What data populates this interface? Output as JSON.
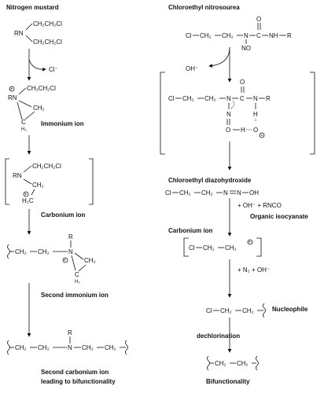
{
  "left": {
    "title": "Nitrogen mustard",
    "ch2ch2cl_top": "CH₂CH₂Cl",
    "ch2ch2cl_bottom": "CH₂CH₂Cl",
    "rn": "RN",
    "chloride": "Cl⁻",
    "immonium": {
      "rn": "RN",
      "side": "CH₂CH₂Cl",
      "ch2": "CH₂",
      "c": "C",
      "h2": "H₂",
      "label": "Immonium ion"
    },
    "carbonium": {
      "rn": "RN",
      "side": "CH₂CH₂Cl",
      "ch2": "CH₂",
      "h2c": "H₂C",
      "label": "Carbonium ion"
    },
    "second_immonium": {
      "r": "R",
      "chain_left": "CH₂",
      "chain_mid": "CH₂",
      "n": "N",
      "ch2": "CH₂",
      "c": "C",
      "h2": "H₂",
      "label": "Second immonium ion"
    },
    "product": {
      "r": "R",
      "a": "CH₂",
      "b": "CH₂",
      "n": "N",
      "c": "CH₂",
      "d": "CH₂",
      "label_line1": "Second carbonium ion",
      "label_line2": "leading to bifunctionality"
    }
  },
  "right": {
    "title": "Chloroethyl nitrosourea",
    "top_chain": {
      "cl": "Cl",
      "ch2a": "CH₂",
      "ch2b": "CH₂",
      "n": "N",
      "c": "C",
      "nh": "NH",
      "r": "R",
      "o": "O",
      "no": "NO"
    },
    "hydroxide": "OH⁻",
    "intermediate": {
      "cl": "Cl",
      "ch2a": "CH₂",
      "ch2b": "CH₂",
      "n": "N",
      "c": "C",
      "n2": "N",
      "r": "R",
      "o": "O",
      "h": "H",
      "n3": "N",
      "o2": "O",
      "h2": "H",
      "o3": "O"
    },
    "diazo": {
      "label": "Chloroethyl diazohydroxide",
      "cl": "Cl",
      "ch2a": "CH₂",
      "ch2b": "CH₂",
      "n": "N",
      "n2": "N",
      "oh": "OH",
      "byproduct": "+ OH⁻ + RNCO",
      "isocyanate": "Organic isocyanate"
    },
    "carbonium": {
      "label": "Carbonium ion",
      "cl": "Cl",
      "ch2": "CH₂",
      "ch2plus": "CH₂"
    },
    "n2_release": "+ N₂ + OH⁻",
    "nucleophile_step": {
      "cl": "Cl",
      "ch2a": "CH₂",
      "ch2b": "CH₂",
      "label": "Nucleophile"
    },
    "dechlorination": "dechlorination",
    "final": {
      "ch2a": "CH₂",
      "ch2b": "CH₂",
      "label": "Bifunctionality"
    }
  }
}
